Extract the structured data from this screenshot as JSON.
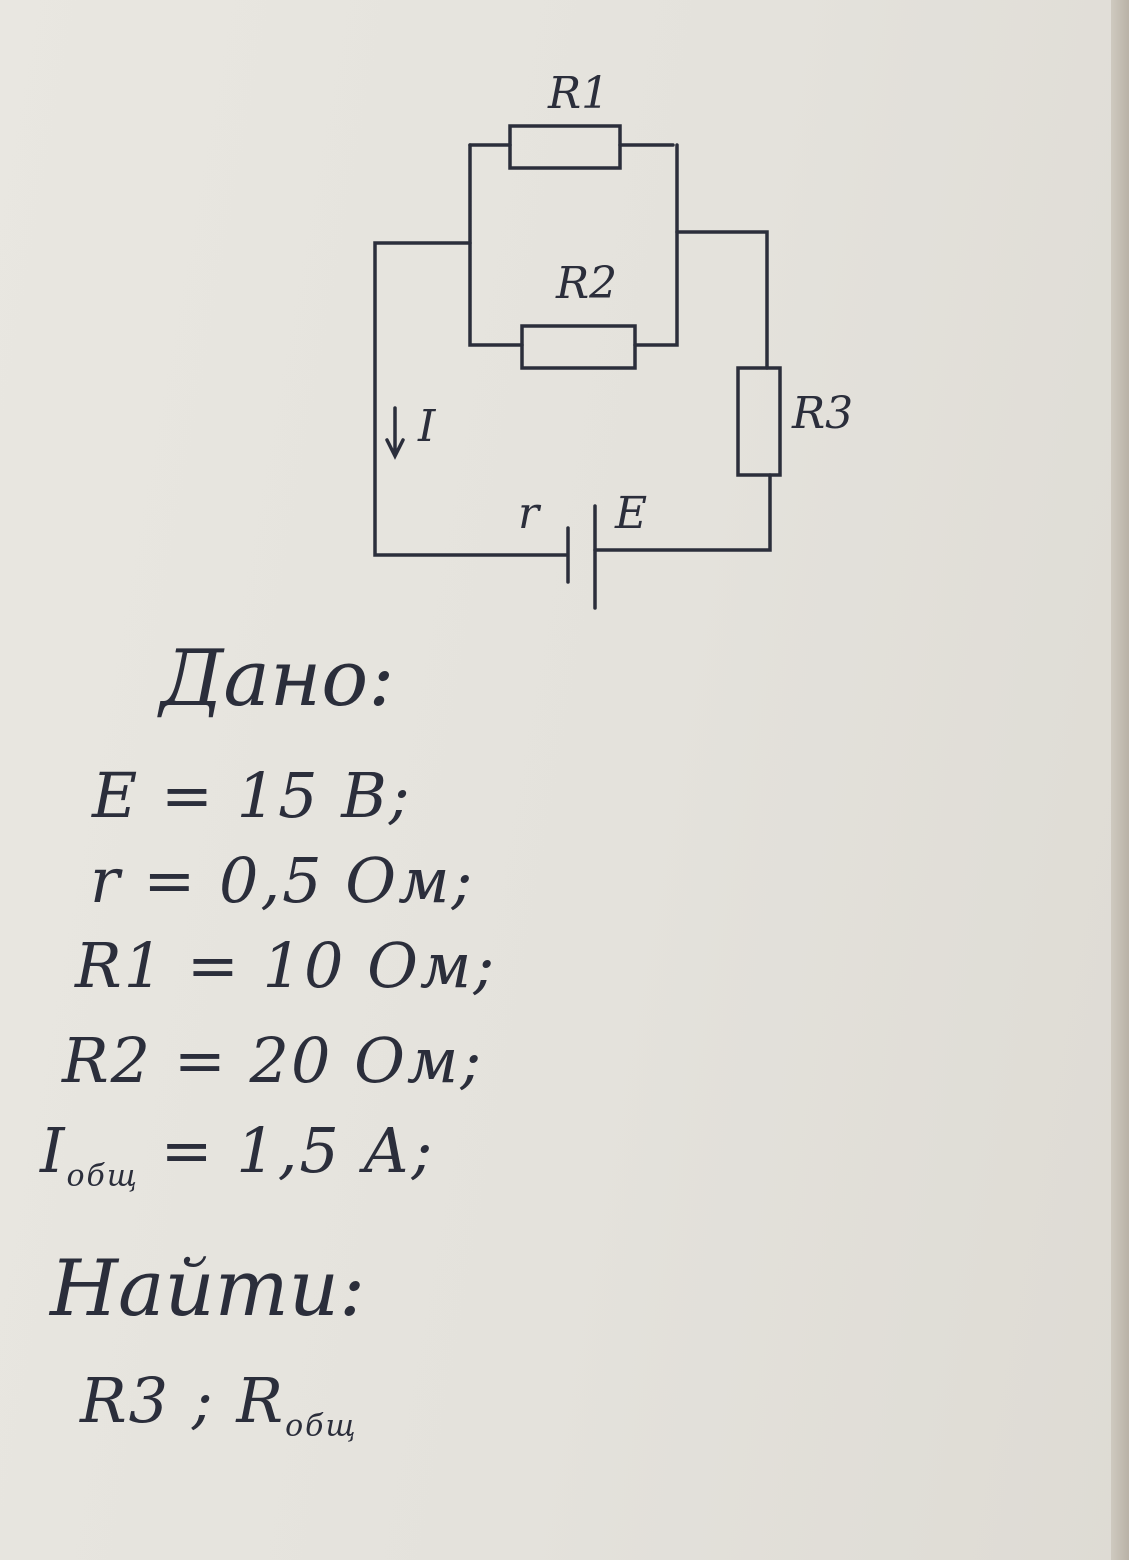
{
  "diagram": {
    "labels": {
      "r1": "R1",
      "r2": "R2",
      "r3": "R3",
      "current": "I",
      "internal_resistance": "r",
      "emf": "E"
    }
  },
  "given": {
    "heading": "Дано:",
    "lines": [
      "E = 15 В;",
      "r = 0,5 Ом;",
      "R1 = 10 Ом;",
      "R2 = 20 Ом;"
    ],
    "current_symbol": "I",
    "current_subscript": "общ",
    "current_value": " = 1,5 А;"
  },
  "find": {
    "heading": "Найти:",
    "items": "R3 ; R",
    "items_subscript": "общ"
  },
  "colors": {
    "ink": "#2b2e3b",
    "paper": "#e6e3dc"
  }
}
